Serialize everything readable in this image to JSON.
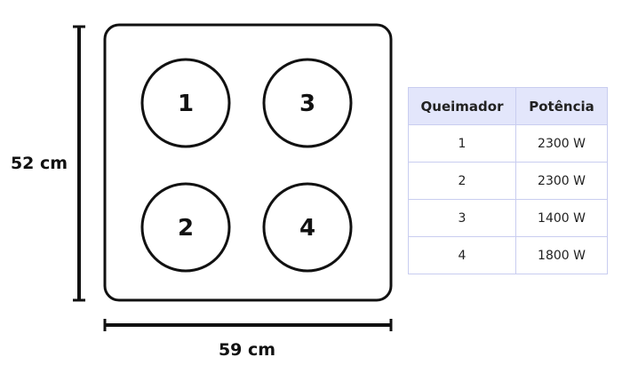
{
  "dimensions": {
    "height_label": "52 cm",
    "width_label": "59 cm"
  },
  "cooktop": {
    "burners": [
      {
        "label": "1"
      },
      {
        "label": "3"
      },
      {
        "label": "2"
      },
      {
        "label": "4"
      }
    ]
  },
  "table": {
    "headers": [
      "Queimador",
      "Potência"
    ],
    "rows": [
      [
        "1",
        "2300 W"
      ],
      [
        "2",
        "2300 W"
      ],
      [
        "3",
        "1400 W"
      ],
      [
        "4",
        "1800 W"
      ]
    ]
  }
}
